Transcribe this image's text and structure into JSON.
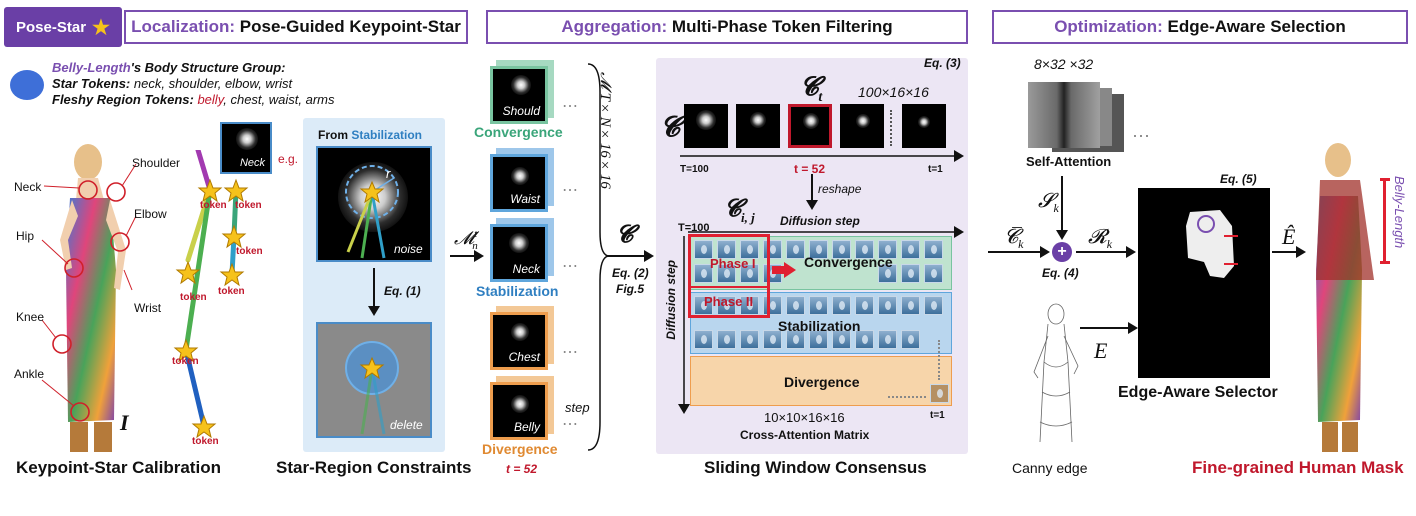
{
  "badge": {
    "label": "Pose-Star"
  },
  "headers": {
    "localization": {
      "key": "Localization:",
      "rest": "Pose-Guided Keypoint-Star"
    },
    "aggregation": {
      "key": "Aggregation:",
      "rest": "Multi-Phase Token Filtering"
    },
    "optimization": {
      "key": "Optimization:",
      "rest": "Edge-Aware Selection"
    }
  },
  "group": {
    "title_a": "Belly-Length",
    "title_b": "'s Body Structure Group:",
    "star_key": "Star Tokens:",
    "star_vals": "neck, shoulder, elbow, wrist",
    "fleshy_key": "Fleshy Region Tokens:",
    "fleshy_belly": "belly",
    "fleshy_rest": ", chest, waist, arms"
  },
  "person_labels": {
    "neck": "Neck",
    "shoulder": "Shoulder",
    "elbow": "Elbow",
    "hip": "Hip",
    "wrist": "Wrist",
    "knee": "Knee",
    "ankle": "Ankle",
    "I": "I"
  },
  "skeleton": {
    "token": "token",
    "eg": "e.g.",
    "neck_thumb": "Neck"
  },
  "star_region": {
    "from": "From ",
    "stabilization": "Stabilization",
    "r": "r",
    "noise": "noise",
    "eq1": "Eq. (1)",
    "delete": "delete"
  },
  "mnt": {
    "M": "𝓜",
    "sup": "t",
    "sub": "n"
  },
  "token_stack": {
    "should": "Should",
    "convergence": "Convergence",
    "waist": "Waist",
    "neck": "Neck",
    "stabilization": "Stabilization",
    "chest": "Chest",
    "belly": "Belly",
    "divergence": "Divergence",
    "t52": "t = 52",
    "step": "step",
    "dots": "⋯"
  },
  "tensor": {
    "M": "𝓜",
    "dims": "T×N×16×16",
    "C": "𝓒",
    "eq2": "Eq. (2)",
    "fig5": "Fig.5"
  },
  "sliding": {
    "eq3": "Eq. (3)",
    "C": "𝓒",
    "Ct": "𝓒",
    "Ct_sub": "t",
    "dims": "100×16×16",
    "T100": "T=100",
    "t52": "t = 52",
    "t1": "t=1",
    "reshape": "reshape",
    "Cij": "𝓒",
    "Cij_sub": "i, j",
    "T100b": "T=100",
    "diffusion_step_h": "Diffusion step",
    "diffusion_step_v": "Diffusion step",
    "phase1": "Phase I",
    "phase2": "Phase II",
    "convergence": "Convergence",
    "stabilization": "Stabilization",
    "divergence": "Divergence",
    "t1b": "t=1",
    "matrix_dims": "10×10×16×16",
    "matrix_name": "Cross-Attention Matrix"
  },
  "optimization": {
    "attn_dims": "8×32 ×32",
    "self_attention": "Self-Attention",
    "Sk": "𝓢",
    "Sk_sub": "k",
    "Ck": "𝓒̅",
    "Ck_sub": "k",
    "eq4": "Eq. (4)",
    "Rk": "𝓡",
    "Rk_sub": "k",
    "eq5": "Eq. (5)",
    "E": "E",
    "Ehat": "Ê",
    "canny": "Canny edge",
    "selector": "Edge-Aware Selector",
    "belly_length": "Belly-Length",
    "plus": "+"
  },
  "captions": {
    "c1": "Keypoint-Star Calibration",
    "c2": "Star-Region Constraints",
    "c3": "Sliding Window Consensus",
    "c4": "Fine-grained Human Mask"
  },
  "colors": {
    "purple": "#7a4fb0",
    "red": "#c0182c",
    "blue": "#2f7fc1",
    "green_band": "#bfe3cf",
    "blue_band": "#b9d6ee",
    "orange_band": "#f7d5aa"
  }
}
